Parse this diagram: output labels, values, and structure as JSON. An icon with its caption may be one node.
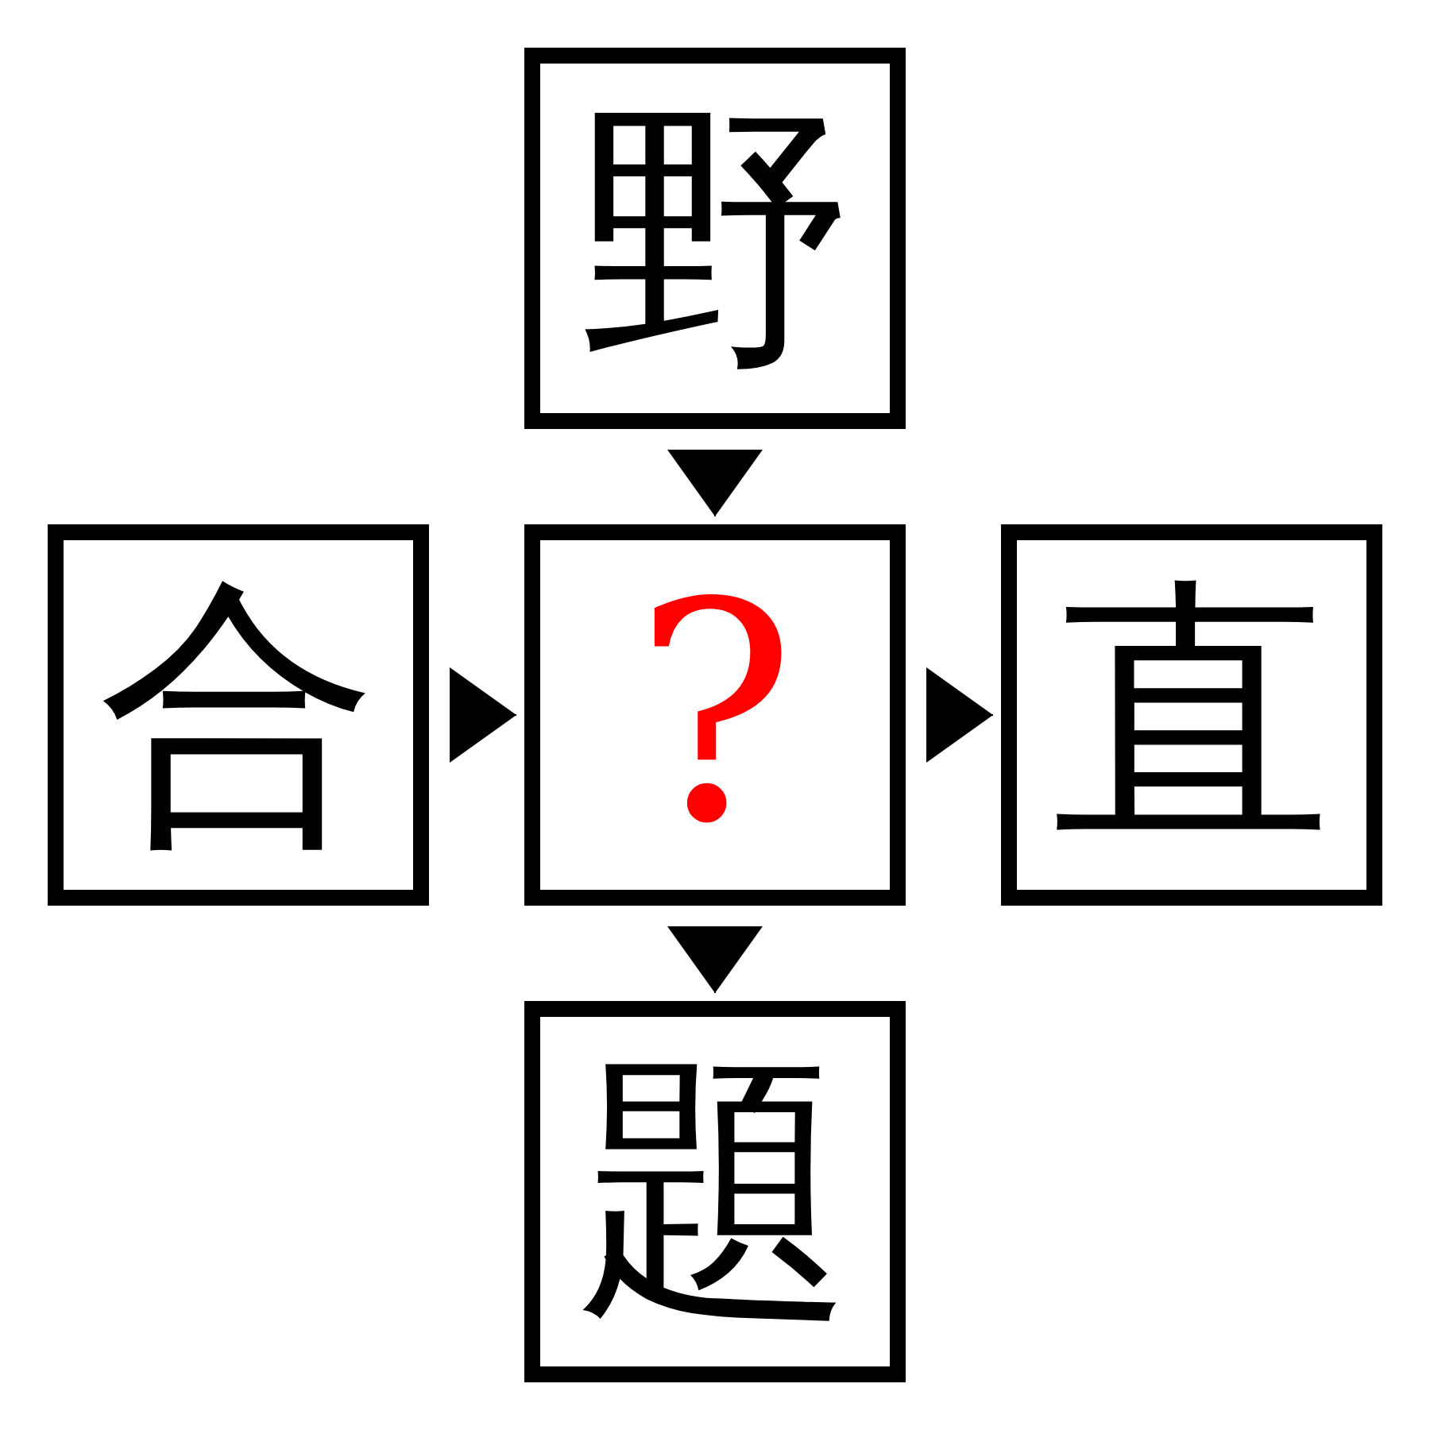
{
  "diagram": {
    "nodes": [
      {
        "text": [
          "野"
        ]
      },
      {
        "text": [
          "合"
        ]
      },
      {
        "text": [
          "?"
        ]
      },
      {
        "text": [
          "直"
        ]
      },
      {
        "text": [
          "題"
        ]
      }
    ],
    "edges": [
      {
        "from": 0,
        "to": 2,
        "arrow": "to"
      },
      {
        "from": 1,
        "to": 2,
        "arrow": "to"
      },
      {
        "from": 2,
        "to": 3,
        "arrow": "to"
      },
      {
        "from": 2,
        "to": 4,
        "arrow": "to"
      }
    ]
  }
}
